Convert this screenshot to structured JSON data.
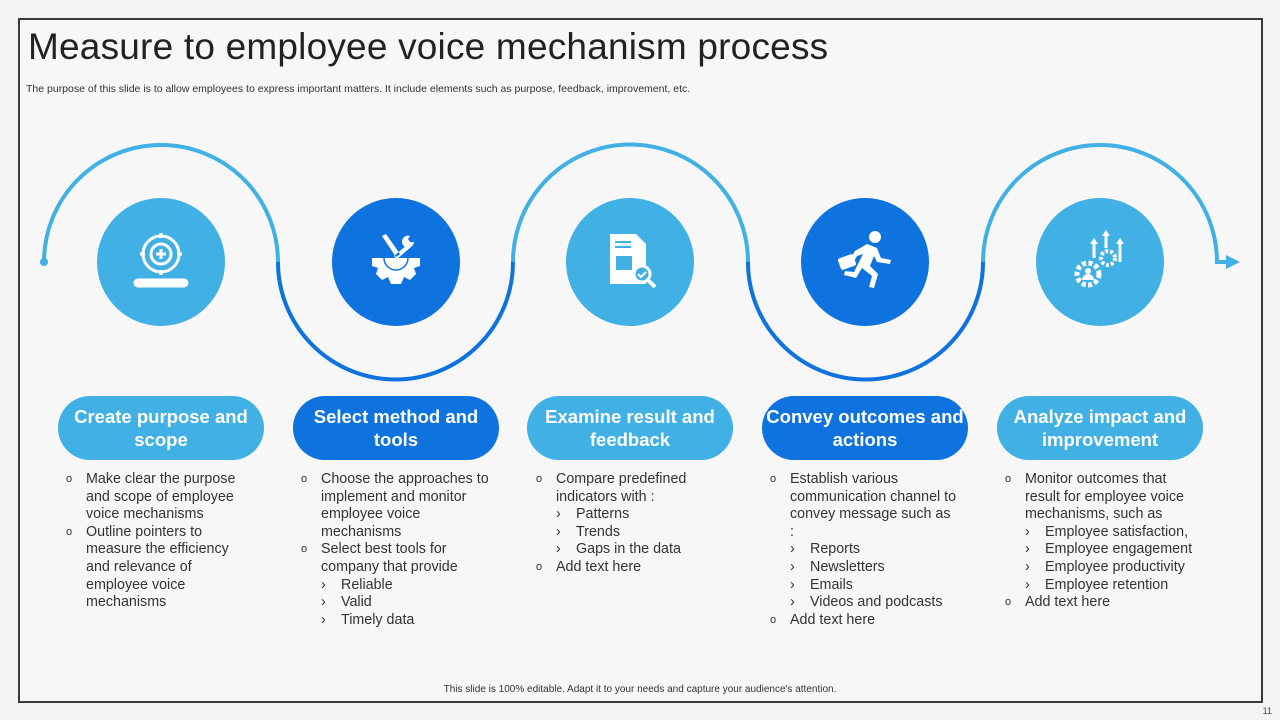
{
  "title": "Measure to employee voice mechanism process",
  "subtitle": "The purpose of this slide is to allow employees to express important matters. It include elements such as purpose, feedback, improvement, etc.",
  "colors": {
    "light": "#41b0e4",
    "dark": "#0e72df"
  },
  "steps": [
    {
      "icon": "target-icon",
      "color": "light",
      "heading": "Create purpose and scope",
      "items": [
        {
          "text": "Make  clear the purpose and scope of employee voice mechanisms",
          "sub": []
        },
        {
          "text": "Outline pointers to measure the efficiency and relevance of employee voice mechanisms",
          "sub": []
        }
      ]
    },
    {
      "icon": "tools-gear-icon",
      "color": "dark",
      "heading": "Select method and tools",
      "items": [
        {
          "text": "Choose the approaches to implement and monitor employee voice mechanisms",
          "sub": []
        },
        {
          "text": "Select best tools for company that provide",
          "sub": [
            "Reliable",
            "Valid",
            "Timely data"
          ]
        }
      ]
    },
    {
      "icon": "document-search-icon",
      "color": "light",
      "heading": "Examine result and feedback",
      "items": [
        {
          "text": "Compare predefined indicators with :",
          "sub": [
            "Patterns",
            "Trends",
            "Gaps in the data"
          ]
        },
        {
          "text": "Add text here",
          "sub": []
        }
      ]
    },
    {
      "icon": "running-man-briefcase-icon",
      "color": "dark",
      "heading": "Convey outcomes and actions",
      "items": [
        {
          "text": "Establish various communication channel to convey message such as :",
          "sub": [
            "Reports",
            "Newsletters",
            "Emails",
            "Videos and  podcasts"
          ]
        },
        {
          "text": "Add text here",
          "sub": []
        }
      ]
    },
    {
      "icon": "gears-growth-icon",
      "color": "light",
      "heading": "Analyze impact and improvement",
      "items": [
        {
          "text": "Monitor  outcomes that result for employee voice mechanisms, such as",
          "sub": [
            "Employee satisfaction,",
            "Employee engagement",
            "Employee productivity",
            "Employee retention"
          ]
        },
        {
          "text": "Add text here",
          "sub": []
        }
      ]
    }
  ],
  "footer": "This slide is 100% editable.  Adapt it to your needs and capture your audience's attention.",
  "page_number": "11"
}
